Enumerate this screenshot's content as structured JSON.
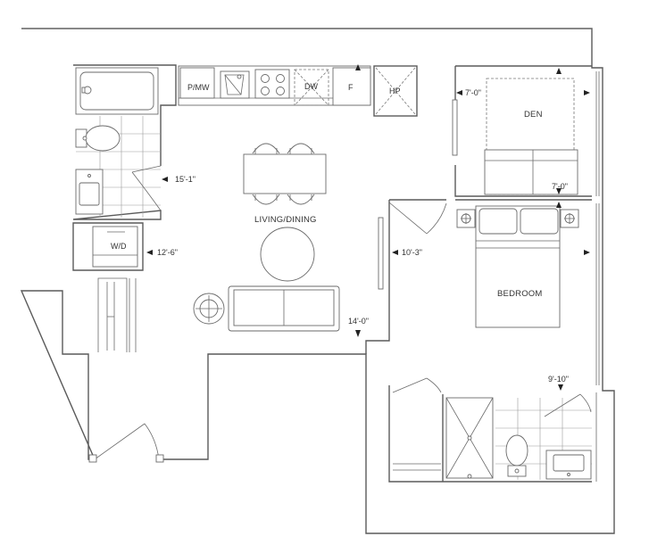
{
  "rooms": {
    "living_dining": "LIVING/DINING",
    "den": "DEN",
    "bedroom": "BEDROOM"
  },
  "appliances": {
    "pantry_microwave": "P/MW",
    "dishwasher": "DW",
    "fridge": "F",
    "heat_pump": "HP",
    "washer_dryer": "W/D"
  },
  "dimensions": {
    "living_width": "15'-1\"",
    "laundry_width": "12'-6\"",
    "living_length": "14'-0\"",
    "den_width": "7'-0\"",
    "den_length": "7'-0\"",
    "bedroom_width": "10'-3\"",
    "bedroom_length": "9'-10\""
  },
  "colors": {
    "wall": "#5a5a5a",
    "fixture": "#6a6a6a",
    "label": "#333333"
  }
}
